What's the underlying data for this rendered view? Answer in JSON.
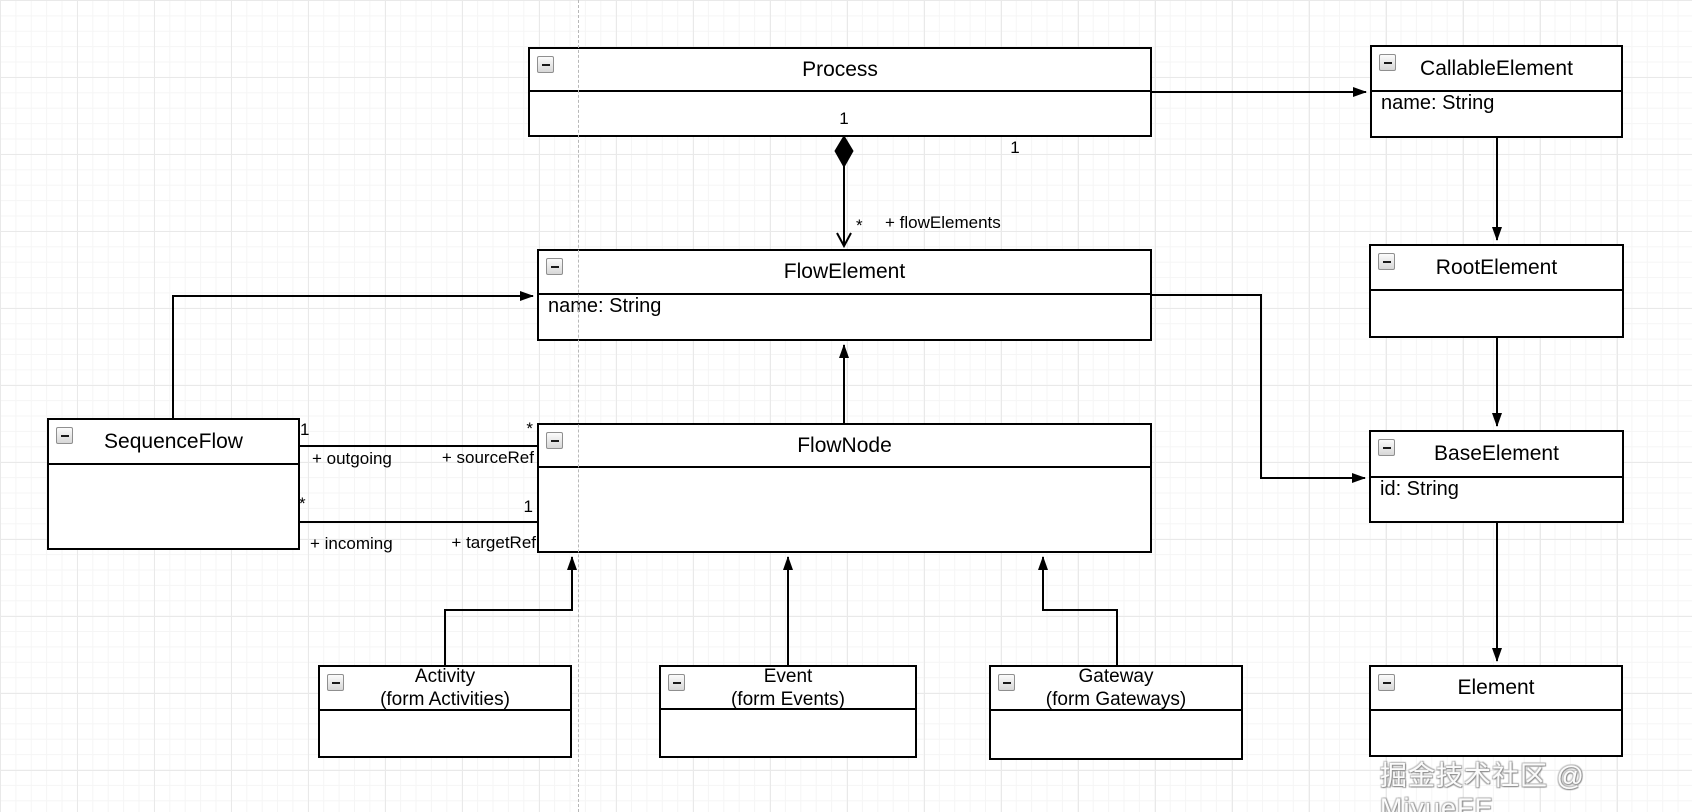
{
  "diagram": {
    "classes": {
      "process": {
        "title": "Process",
        "attribute": ""
      },
      "callable_element": {
        "title": "CallableElement",
        "attribute": "name: String"
      },
      "root_element": {
        "title": "RootElement",
        "attribute": ""
      },
      "base_element": {
        "title": "BaseElement",
        "attribute": "id: String"
      },
      "element": {
        "title": "Element",
        "attribute": ""
      },
      "flow_element": {
        "title": "FlowElement",
        "attribute": "name: String"
      },
      "flow_node": {
        "title": "FlowNode",
        "attribute": ""
      },
      "sequence_flow": {
        "title": "SequenceFlow",
        "attribute": ""
      },
      "activity": {
        "title": "Activity",
        "subtitle": "(form Activities)",
        "attribute": ""
      },
      "event": {
        "title": "Event",
        "subtitle": "(form Events)",
        "attribute": ""
      },
      "gateway": {
        "title": "Gateway",
        "subtitle": "(form Gateways)",
        "attribute": ""
      }
    },
    "edge_labels": {
      "process_callable_mult": "1",
      "composition_source_mult": "1",
      "flowelements_mult": "*",
      "flowelements_role": "+ flowElements",
      "outgoing_src_mult": "1",
      "outgoing_tgt_mult": "*",
      "outgoing_role": "+ outgoing",
      "sourceref_role": "+ sourceRef",
      "incoming_src_mult": "*",
      "incoming_tgt_mult": "1",
      "incoming_role": "+ incoming",
      "targetref_role": "+ targetRef"
    },
    "icons": {
      "collapse": "minus-in-square"
    },
    "watermark": "掘金技术社区 @ MiyueFE",
    "colors": {
      "stroke": "#000000",
      "shape_fill": "#ffffff",
      "grid_minor": "#f5f5f5",
      "grid_major": "#e9e9e9",
      "page_guide": "#b8b8b8",
      "watermark_gray": "#9a9a9a"
    }
  }
}
